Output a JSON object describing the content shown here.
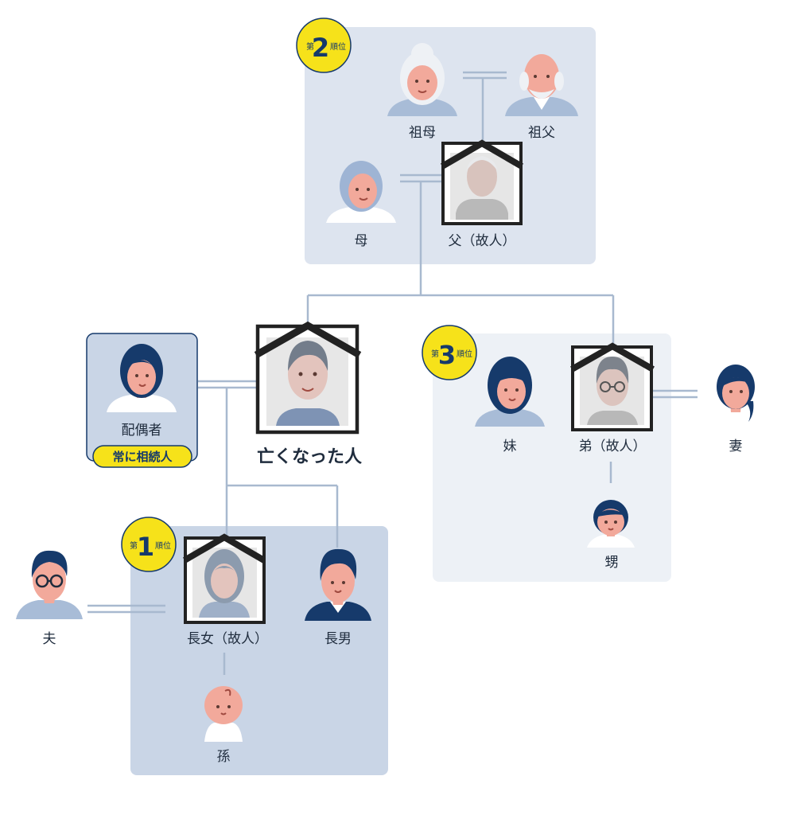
{
  "colors": {
    "tier2_bg": "#dde4ef",
    "tier3_bg": "#edf1f6",
    "tier1_bg": "#c9d5e6",
    "spouse_bg": "#c9d5e6",
    "line": "#a8b9cf",
    "badge": "#f6e21a",
    "frame": "#222222",
    "skin": "#f2a99b",
    "navy": "#163a6b"
  },
  "ranks": {
    "prefix": "第",
    "suffix": "順位",
    "first": "1",
    "second": "2",
    "third": "3"
  },
  "labels": {
    "grandmother": "祖母",
    "grandfather": "祖父",
    "mother": "母",
    "father": "父（故人）",
    "spouse": "配偶者",
    "always_heir": "常に相続人",
    "deceased": "亡くなった人",
    "sister": "妹",
    "younger_brother": "弟（故人）",
    "wife": "妻",
    "nephew": "甥",
    "husband": "夫",
    "eldest_daughter": "長女（故人）",
    "eldest_son": "長男",
    "grandchild": "孫"
  },
  "icons": {
    "grandmother": "elderly-woman-icon",
    "grandfather": "elderly-man-icon",
    "mother": "older-woman-icon",
    "father": "deceased-elderly-man-portrait",
    "spouse": "woman-icon",
    "deceased": "deceased-man-portrait",
    "sister": "woman-icon",
    "younger_brother": "deceased-man-glasses-portrait",
    "wife": "ponytail-woman-icon",
    "nephew": "boy-icon",
    "husband": "man-glasses-icon",
    "eldest_daughter": "deceased-woman-portrait",
    "eldest_son": "man-icon",
    "grandchild": "baby-icon"
  }
}
